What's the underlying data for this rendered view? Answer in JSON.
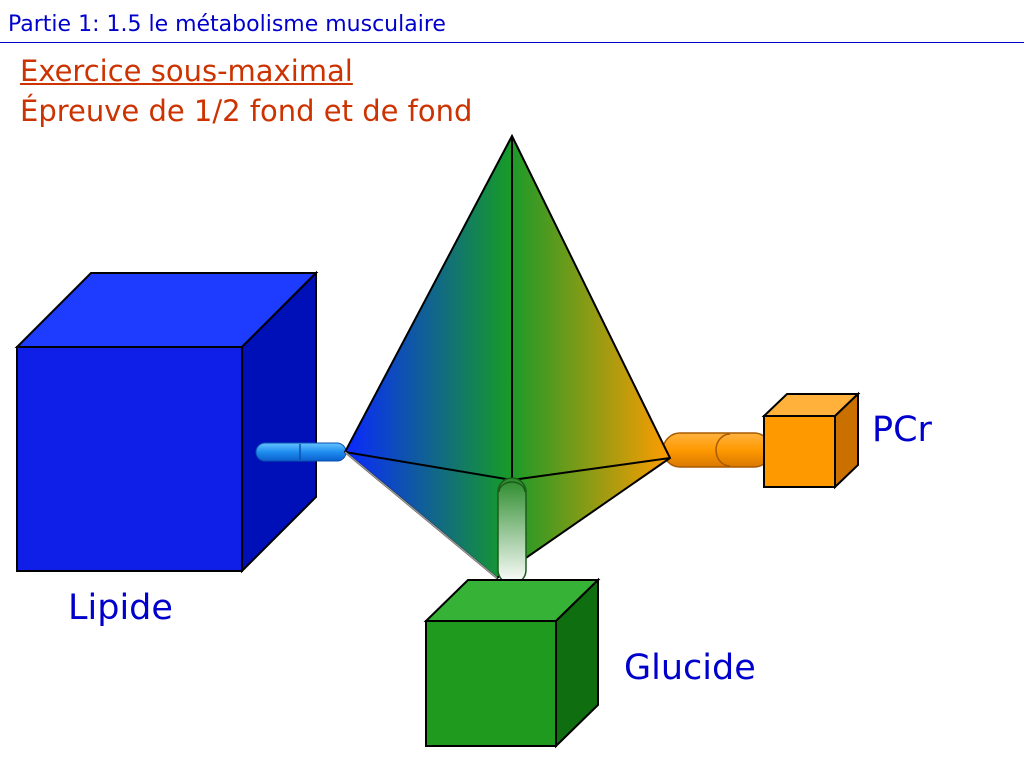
{
  "header": {
    "title": "Partie 1: 1.5 le métabolisme musculaire"
  },
  "subtitle": {
    "line1": "Exercice sous-maximal",
    "line2": "Épreuve de 1/2 fond et de fond"
  },
  "labels": {
    "lipide": "Lipide",
    "glucide": "Glucide",
    "pcr": "PCr"
  },
  "colors": {
    "lipide": "#0f1fe8",
    "glucide": "#1f9a1f",
    "pcr": "#ff9900",
    "text_header": "#0000cc",
    "text_subtitle": "#cc3300"
  }
}
